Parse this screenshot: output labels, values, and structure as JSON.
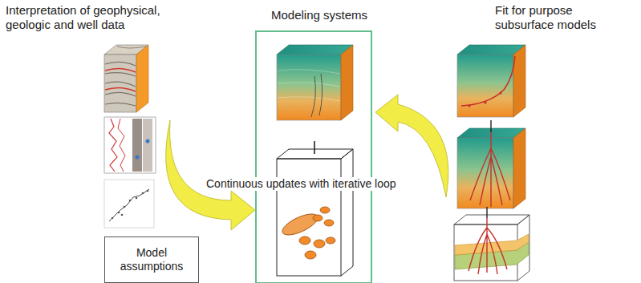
{
  "diagram": {
    "nodes": [
      {
        "text": [
          "Modeling systems"
        ]
      },
      {
        "text": [
          "Model assumptions"
        ]
      }
    ],
    "labels": [
      "Interpretation of geophysical, geologic and well data",
      "Fit for purpose subsurface models",
      "Continuous updates with iterative loop"
    ]
  }
}
